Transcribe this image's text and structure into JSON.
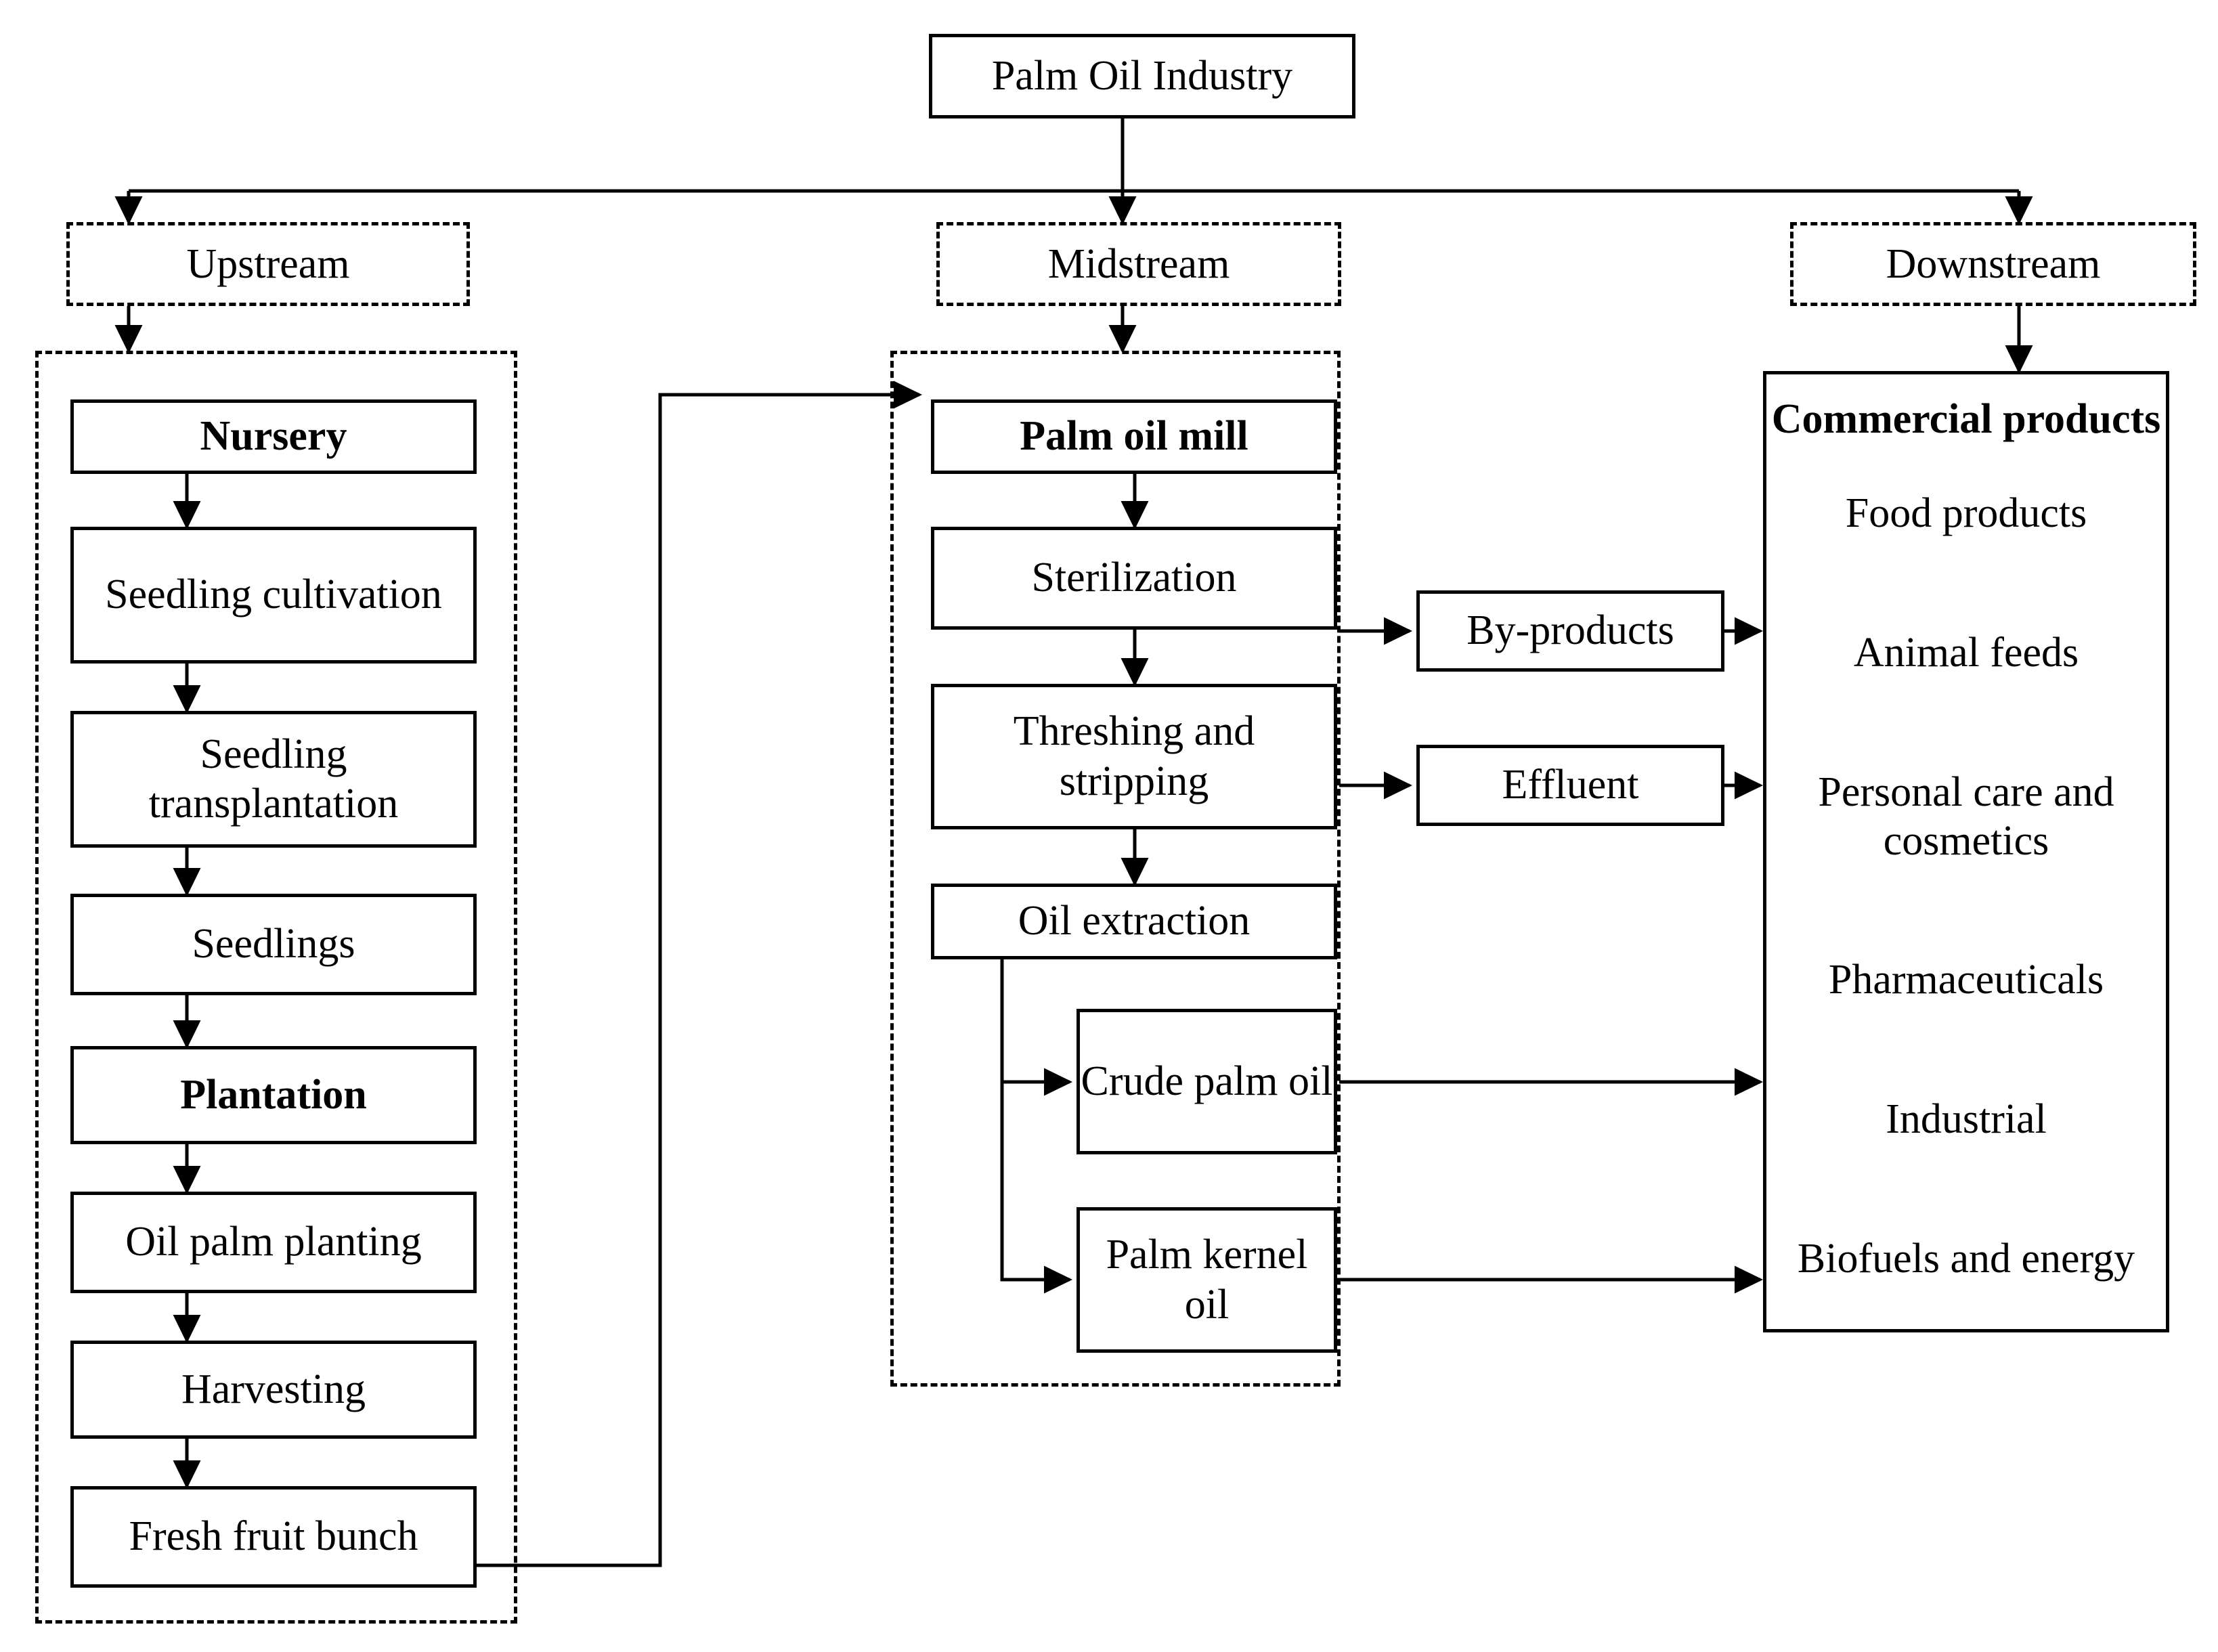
{
  "diagram": {
    "title_node": "Palm Oil Industry",
    "streams": [
      {
        "id": "upstream",
        "label": "Upstream"
      },
      {
        "id": "midstream",
        "label": "Midstream"
      },
      {
        "id": "downstream",
        "label": "Downstream"
      }
    ],
    "upstream_nodes": [
      {
        "label": "Nursery",
        "bold": true
      },
      {
        "label": "Seedling cultivation",
        "bold": false
      },
      {
        "label": "Seedling transplantation",
        "bold": false
      },
      {
        "label": "Seedlings",
        "bold": false
      },
      {
        "label": "Plantation",
        "bold": true
      },
      {
        "label": "Oil palm planting",
        "bold": false
      },
      {
        "label": "Harvesting",
        "bold": false
      },
      {
        "label": "Fresh fruit bunch",
        "bold": false
      }
    ],
    "midstream_nodes": [
      {
        "label": "Palm oil mill",
        "bold": true
      },
      {
        "label": "Sterilization",
        "bold": false
      },
      {
        "label": "Threshing and stripping",
        "bold": false
      },
      {
        "label": "Oil extraction",
        "bold": false
      },
      {
        "label": "Crude palm oil",
        "bold": false
      },
      {
        "label": "Palm kernel oil",
        "bold": false
      }
    ],
    "side_outputs": [
      {
        "label": "By-products"
      },
      {
        "label": "Effluent"
      }
    ],
    "downstream": {
      "title": "Commercial products",
      "items": [
        "Food products",
        "Animal feeds",
        "Personal care and cosmetics",
        "Pharmaceuticals",
        "Industrial",
        "Biofuels and energy"
      ]
    },
    "colors": {
      "stroke": "#000000",
      "background": "#ffffff"
    }
  }
}
